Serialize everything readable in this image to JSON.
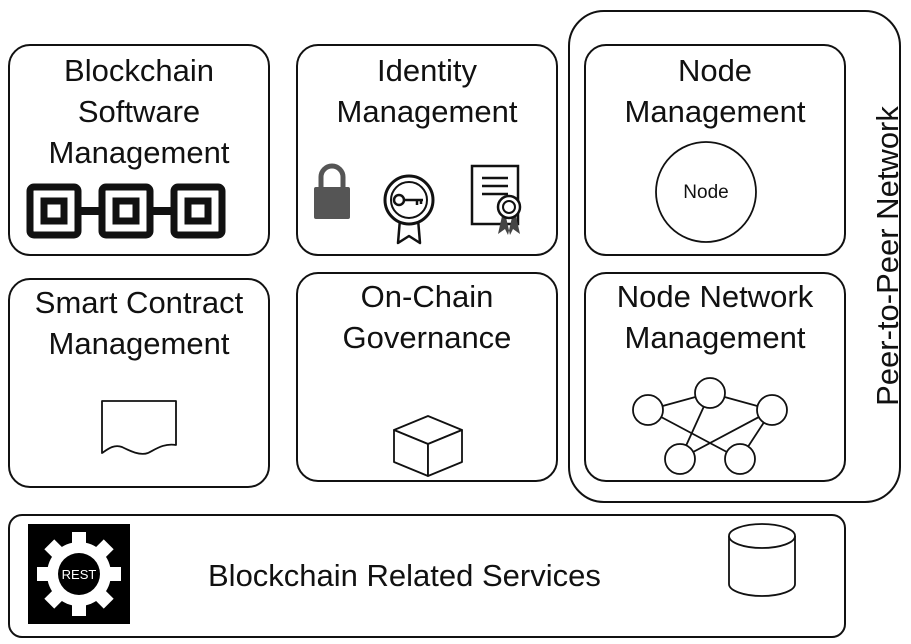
{
  "boxes": {
    "blockchain_software": {
      "line1": "Blockchain",
      "line2": "Software",
      "line3": "Management"
    },
    "identity": {
      "line1": "Identity",
      "line2": "Management"
    },
    "smart_contract": {
      "line1": "Smart Contract",
      "line2": "Management"
    },
    "governance": {
      "line1": "On-Chain",
      "line2": "Governance"
    },
    "node": {
      "line1": "Node",
      "line2": "Management",
      "circle_label": "Node"
    },
    "node_network": {
      "line1": "Node Network",
      "line2": "Management"
    }
  },
  "p2p_label": "Peer-to-Peer Network",
  "services": {
    "label": "Blockchain Related Services",
    "rest_label": "REST"
  }
}
